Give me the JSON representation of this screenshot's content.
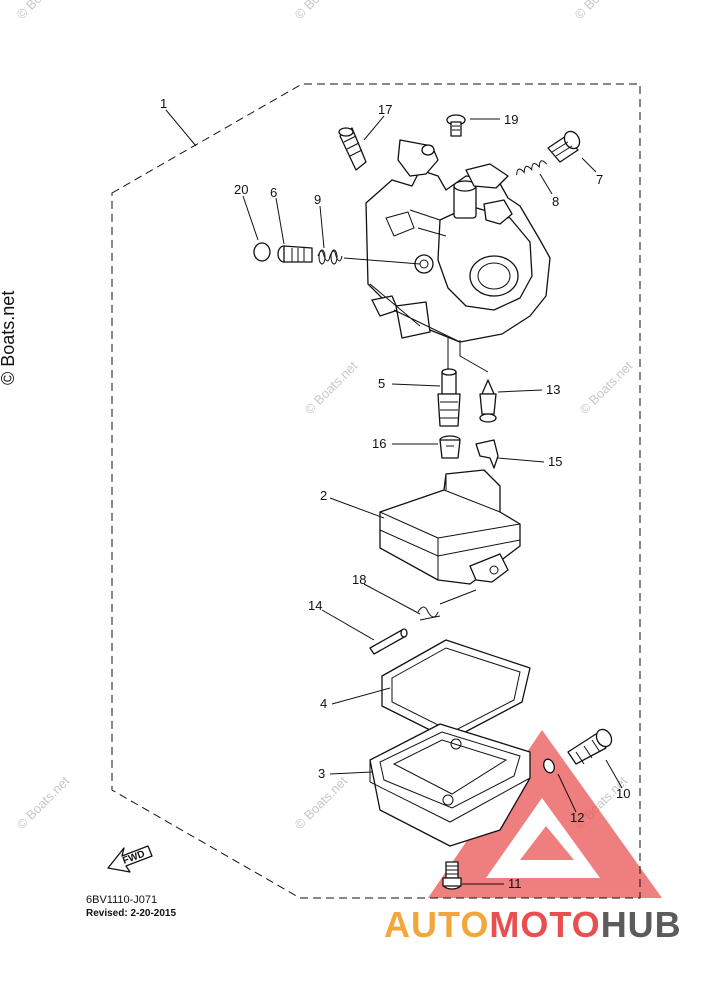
{
  "watermark": {
    "text": "© Boats.net",
    "side_text": "© Boats.net"
  },
  "diagram_code": "6BV1110-J071",
  "revised": "Revised: 2-20-2015",
  "fwd_label": "FWD",
  "brand": {
    "part1": "AUTO",
    "part2": "MOTO",
    "part3": "HUB"
  },
  "callouts": {
    "c1": "1",
    "c2": "2",
    "c3": "3",
    "c4": "4",
    "c5": "5",
    "c6": "6",
    "c7": "7",
    "c8": "8",
    "c9": "9",
    "c10": "10",
    "c11": "11",
    "c12": "12",
    "c13": "13",
    "c14": "14",
    "c15": "15",
    "c16": "16",
    "c17": "17",
    "c18": "18",
    "c19": "19",
    "c20": "20"
  },
  "colors": {
    "logo_red": "#e94f4f",
    "logo_orange": "#f3a63a",
    "logo_grey": "#5b5b5b"
  }
}
